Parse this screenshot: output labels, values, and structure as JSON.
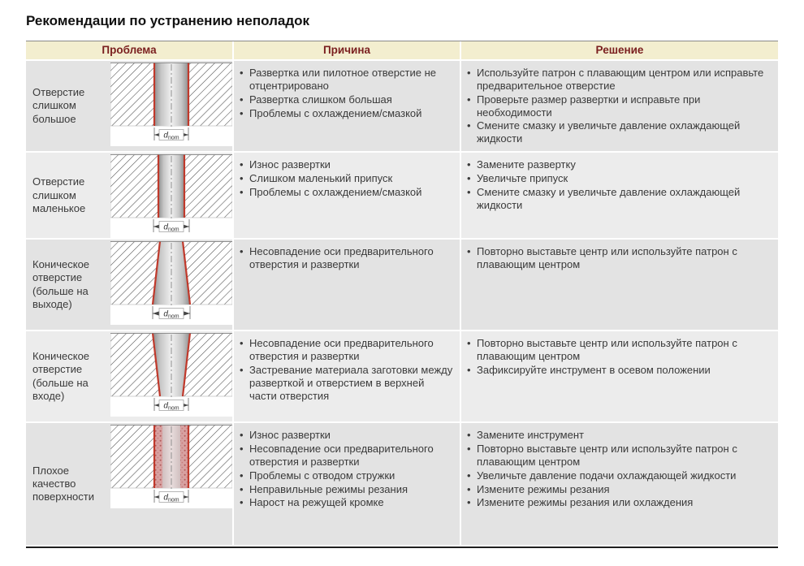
{
  "page": {
    "title": "Рекомендации по устранению неполадок"
  },
  "colors": {
    "header_bg": "#f3eecf",
    "header_text": "#7a1f1f",
    "row_bg": "#e3e3e3",
    "row_bg_alt": "#ececec",
    "text": "#3a3a3a",
    "table_line": "#1f1f1f",
    "hole_edge_red": "#c0392b"
  },
  "diagram": {
    "dim_main": "d",
    "dim_sub": "nom"
  },
  "table": {
    "headers": {
      "problem": "Проблема",
      "cause": "Причина",
      "solution": "Решение"
    },
    "rows": [
      {
        "problem": "Отверстие слишком большое",
        "diagram": "straight-hole-oversize",
        "causes": [
          "Развертка или пилотное отверстие не отцентрировано",
          "Развертка слишком большая",
          "Проблемы с охлаждением/смазкой"
        ],
        "solutions": [
          "Используйте патрон с плавающим центром или исправьте предварительное отверстие",
          "Проверьте размер развертки и исправьте при необходимости",
          "Смените смазку и увеличьте давление охлаждающей жидкости"
        ]
      },
      {
        "problem": "Отверстие слишком маленькое",
        "diagram": "straight-hole-undersize",
        "causes": [
          "Износ развертки",
          "Слишком маленький припуск",
          "Проблемы с охлаждением/смазкой"
        ],
        "solutions": [
          "Замените развертку",
          "Увеличьте припуск",
          "Смените смазку и увеличьте давление охлаждающей жидкости"
        ]
      },
      {
        "problem": "Коническое отверстие (больше на выходе)",
        "diagram": "tapered-hole-wider-at-exit",
        "causes": [
          "Несовпадение оси предварительного отверстия и развертки"
        ],
        "solutions": [
          "Повторно выставьте центр или используйте патрон с плавающим центром"
        ]
      },
      {
        "problem": "Коническое отверстие (больше на входе)",
        "diagram": "tapered-hole-wider-at-entry",
        "causes": [
          "Несовпадение оси предварительного отверстия и развертки",
          "Застревание материала заготовки между разверткой и отверстием в верхней части отверстия"
        ],
        "solutions": [
          "Повторно выставьте центр или используйте патрон с плавающим центром",
          "Зафиксируйте инструмент в осевом положении"
        ]
      },
      {
        "problem": "Плохое качество поверхности",
        "diagram": "rough-surface-hole",
        "causes": [
          "Износ развертки",
          "Несовпадение оси предварительного отверстия и развертки",
          "Проблемы с отводом стружки",
          "Неправильные режимы резания",
          "Нарост на режущей кромке"
        ],
        "solutions": [
          "Замените инструмент",
          "Повторно выставьте центр или используйте патрон с плавающим центром",
          "Увеличьте давление подачи охлаждающей жидкости",
          "Измените режимы резания",
          "Измените режимы резания или охлаждения"
        ]
      }
    ]
  }
}
